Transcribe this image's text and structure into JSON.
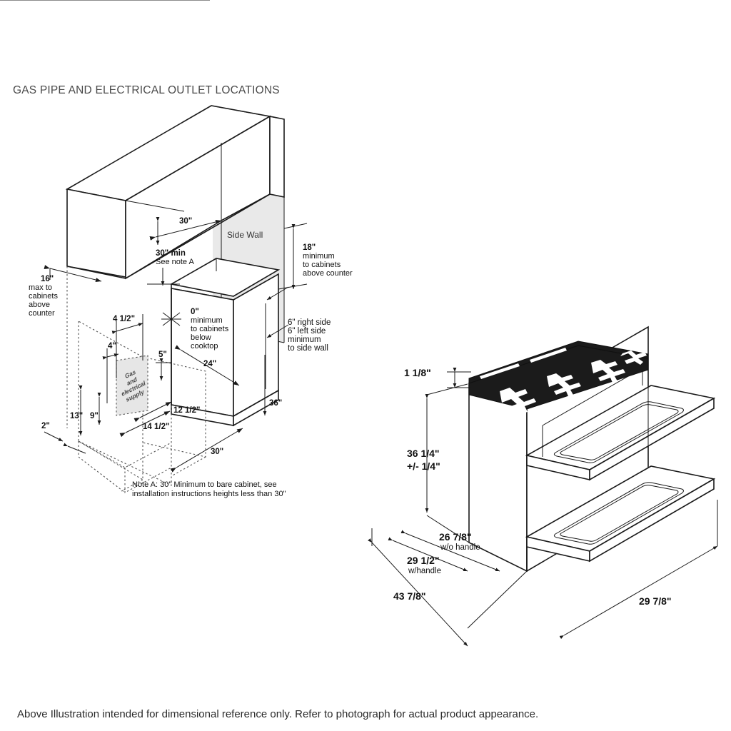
{
  "page": {
    "title": "GAS PIPE AND ELECTRICAL OUTLET LOCATIONS",
    "footer": "Above Illustration intended for dimensional reference only. Refer to photograph for actual product appearance."
  },
  "install_diagram": {
    "name": "gas-pipe-and-electrical-outlet-locations",
    "labels": {
      "side_wall": "Side Wall",
      "depth_30": "30\"",
      "min_30": "30\" min",
      "see_note_a": "See note A",
      "max_16": "16\"",
      "max_16_l1": "max to",
      "max_16_l2": "cabinets",
      "max_16_l3": "above",
      "max_16_l4": "counter",
      "min_18": "18\"",
      "min_18_l1": "minimum",
      "min_18_l2": "to cabinets",
      "min_18_l3": "above counter",
      "min_0": "0\"",
      "min_0_l1": "minimum",
      "min_0_l2": "to cabinets",
      "min_0_l3": "below",
      "min_0_l4": "cooktop",
      "side_6_l1": "6\" right side",
      "side_6_l2": "6\" left side",
      "side_6_l3": "minimum",
      "side_6_l4": "to side wall",
      "width_24": "24\"",
      "height_36": "36\"",
      "dim_4_half": "4 1/2\"",
      "dim_4": "4\"",
      "dim_5": "5\"",
      "dim_13": "13\"",
      "dim_9": "9\"",
      "dim_2": "2\"",
      "dim_12_half": "12 1/2\"",
      "dim_14_half": "14 1/2\"",
      "dim_30_floor": "30\"",
      "gas_supply_l1": "Gas",
      "gas_supply_l2": "and",
      "gas_supply_l3": "electrical",
      "gas_supply_l4": "supply",
      "note_a_l1": "Note A: 30\" Minimum to bare cabinet, see",
      "note_a_l2": "installation instructions heights less than 30\""
    }
  },
  "range_diagram": {
    "name": "range-dimensional-illustration",
    "labels": {
      "cooktop_lip": "1 1/8\"",
      "height_36": "36 1/4\"",
      "height_tol": "+/- 1/4\"",
      "depth_no_handle": "26 7/8\"",
      "depth_no_handle_sub": "w/o handle",
      "depth_handle": "29 1/2\"",
      "depth_handle_sub": "w/handle",
      "depth_open": "43 7/8\"",
      "width": "29 7/8\""
    }
  },
  "colors": {
    "line": "#1a1a1a",
    "shade": "#e9e9e9",
    "cooktop_black": "#1b1b1b",
    "title_gray": "#4a4a4a",
    "background": "#ffffff"
  }
}
